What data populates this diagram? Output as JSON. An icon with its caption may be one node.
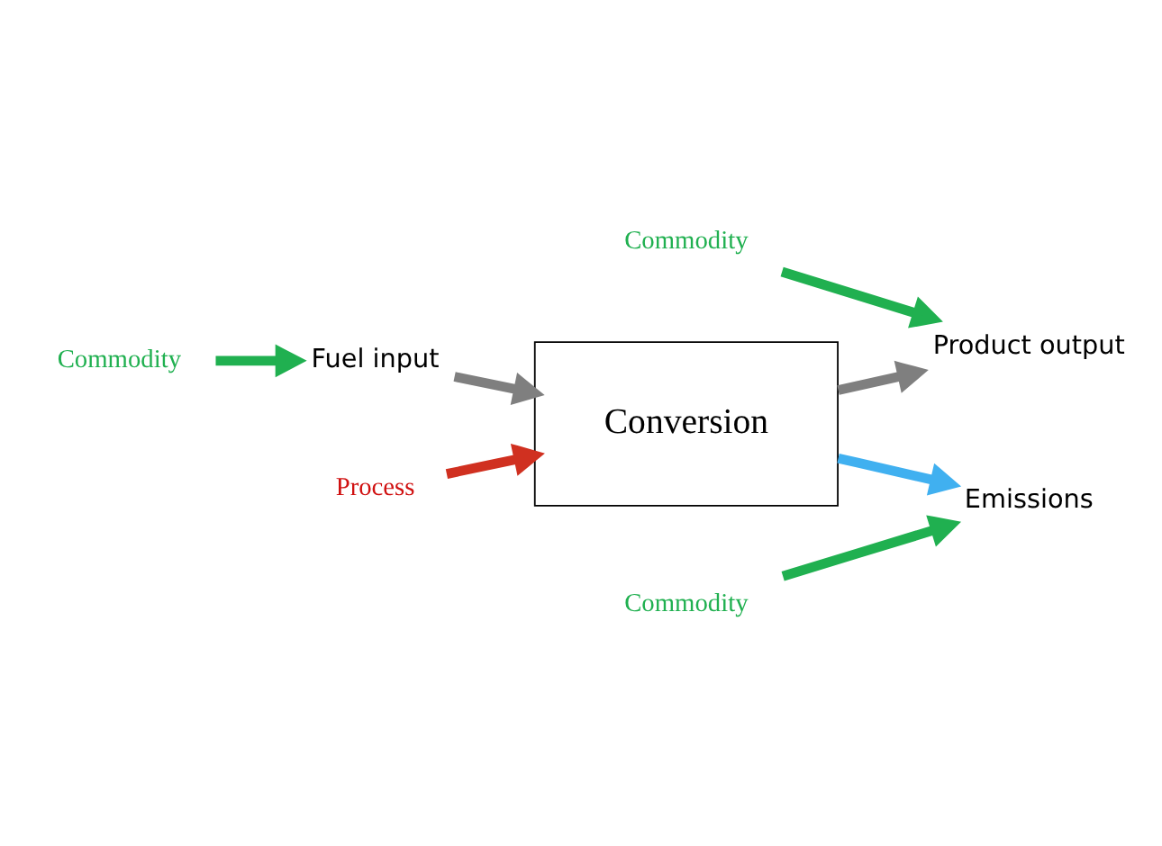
{
  "diagram": {
    "nodes": [
      {
        "text": [
          "Conversion"
        ]
      },
      {
        "text": [
          "Fuel input"
        ]
      },
      {
        "text": [
          "Product output"
        ]
      },
      {
        "text": [
          "Emissions"
        ]
      },
      {
        "text": [
          "Process"
        ]
      },
      {
        "text": [
          "Commodity"
        ]
      },
      {
        "text": [
          "Commodity"
        ]
      },
      {
        "text": [
          "Commodity"
        ]
      }
    ],
    "edges": [
      {
        "from": 1,
        "to": 0,
        "arrow": "to",
        "color": "#7f7f7f"
      },
      {
        "from": 0,
        "to": 2,
        "arrow": "to",
        "color": "#7f7f7f"
      },
      {
        "from": 4,
        "to": 0,
        "arrow": "to",
        "color": "#d03020"
      },
      {
        "from": 0,
        "to": 3,
        "arrow": "to",
        "color": "#40b0f0"
      },
      {
        "from": 5,
        "to": 1,
        "arrow": "to"
      },
      {
        "from": 6,
        "to": 2,
        "arrow": "to"
      },
      {
        "from": 7,
        "to": 3,
        "arrow": "to"
      }
    ]
  }
}
